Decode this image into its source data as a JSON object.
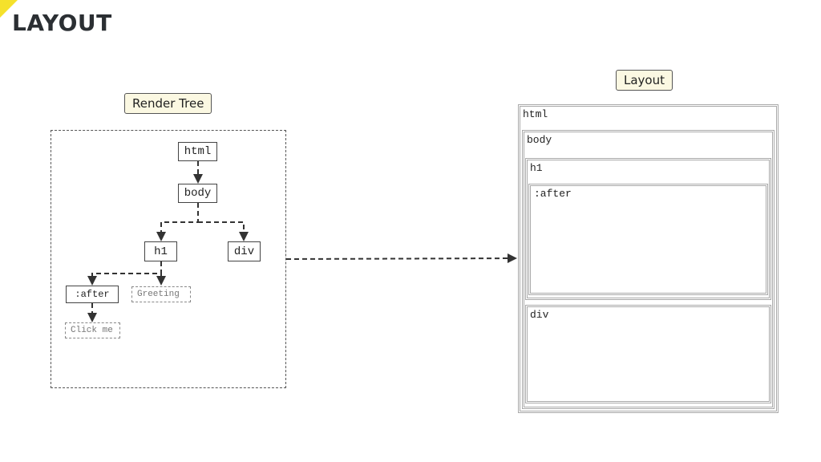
{
  "slide": {
    "title": "LAYOUT"
  },
  "labels": {
    "render_tree": "Render Tree",
    "layout": "Layout"
  },
  "tree": {
    "html": "html",
    "body": "body",
    "h1": "h1",
    "div": "div",
    "after": ":after",
    "greeting": "Greeting",
    "click_me": "Click me"
  },
  "layout_boxes": {
    "html": "html",
    "body": "body",
    "h1": "h1",
    "after": ":after",
    "div": "div"
  },
  "colors": {
    "accent": "#f5e12b",
    "tag_bg": "#fbf8e2",
    "box_border": "#a9a9a9"
  }
}
